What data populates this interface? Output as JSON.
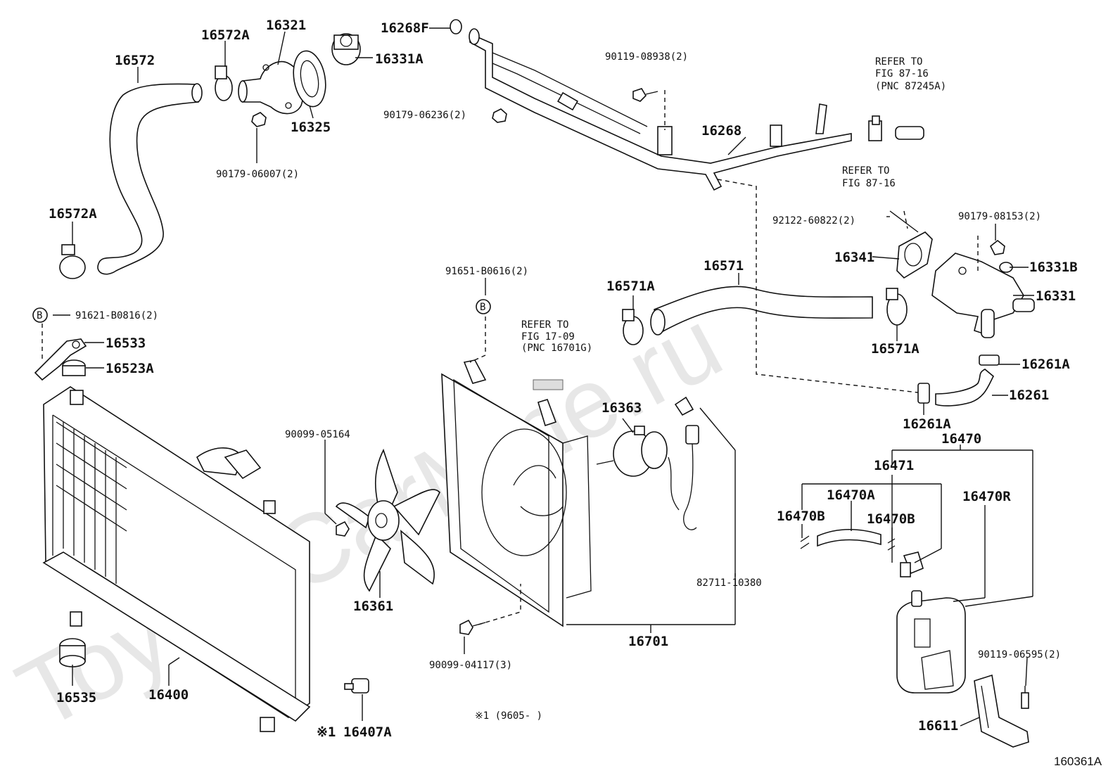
{
  "figure_id": "160361A",
  "watermark": "ToyotaCarMine.ru",
  "date_note": "※1 (9605-     )",
  "circle_marker": "B",
  "parts": [
    {
      "id": "p16572",
      "label": "16572"
    },
    {
      "id": "p16572A_top",
      "label": "16572A"
    },
    {
      "id": "p16321",
      "label": "16321"
    },
    {
      "id": "p16268F",
      "label": "16268F"
    },
    {
      "id": "p16331A",
      "label": "16331A"
    },
    {
      "id": "p16325",
      "label": "16325"
    },
    {
      "id": "p16572A_left",
      "label": "16572A"
    },
    {
      "id": "p16268",
      "label": "16268"
    },
    {
      "id": "p16341",
      "label": "16341"
    },
    {
      "id": "p16571",
      "label": "16571"
    },
    {
      "id": "p16571A_mid",
      "label": "16571A"
    },
    {
      "id": "p16331B",
      "label": "16331B"
    },
    {
      "id": "p16331",
      "label": "16331"
    },
    {
      "id": "p16571A_right",
      "label": "16571A"
    },
    {
      "id": "p16533",
      "label": "16533"
    },
    {
      "id": "p16523A",
      "label": "16523A"
    },
    {
      "id": "p16261A_top",
      "label": "16261A"
    },
    {
      "id": "p16261",
      "label": "16261"
    },
    {
      "id": "p16261A_bot",
      "label": "16261A"
    },
    {
      "id": "p16363",
      "label": "16363"
    },
    {
      "id": "p16470",
      "label": "16470"
    },
    {
      "id": "p16471",
      "label": "16471"
    },
    {
      "id": "p16470A",
      "label": "16470A"
    },
    {
      "id": "p16470B_l",
      "label": "16470B"
    },
    {
      "id": "p16470B_r",
      "label": "16470B"
    },
    {
      "id": "p16470R",
      "label": "16470R"
    },
    {
      "id": "p16361",
      "label": "16361"
    },
    {
      "id": "p16701",
      "label": "16701"
    },
    {
      "id": "p16535",
      "label": "16535"
    },
    {
      "id": "p16400",
      "label": "16400"
    },
    {
      "id": "p16407A",
      "label": "16407A"
    },
    {
      "id": "p16611",
      "label": "16611"
    }
  ],
  "bolts": [
    {
      "id": "b90119_08938",
      "label": "90119-08938(2)"
    },
    {
      "id": "b90179_06236",
      "label": "90179-06236(2)"
    },
    {
      "id": "b90179_06007",
      "label": "90179-06007(2)"
    },
    {
      "id": "b92122_60822",
      "label": "92122-60822(2)"
    },
    {
      "id": "b90179_08153",
      "label": "90179-08153(2)"
    },
    {
      "id": "b91651_B0616",
      "label": "91651-B0616(2)"
    },
    {
      "id": "b91621_B0816",
      "label": "91621-B0816(2)"
    },
    {
      "id": "b90099_05164",
      "label": "90099-05164"
    },
    {
      "id": "b82711_10380",
      "label": "82711-10380"
    },
    {
      "id": "b90099_04117",
      "label": "90099-04117(3)"
    },
    {
      "id": "b90119_06595",
      "label": "90119-06595(2)"
    }
  ],
  "refs": {
    "ref_87_16_pnc": [
      "REFER TO",
      "FIG 87-16",
      "(PNC 87245A)"
    ],
    "ref_87_16": [
      "REFER TO",
      "FIG 87-16"
    ],
    "ref_17_09": [
      "REFER TO",
      "FIG 17-09",
      "(PNC 16701G)"
    ]
  },
  "date_prefix": "※1"
}
